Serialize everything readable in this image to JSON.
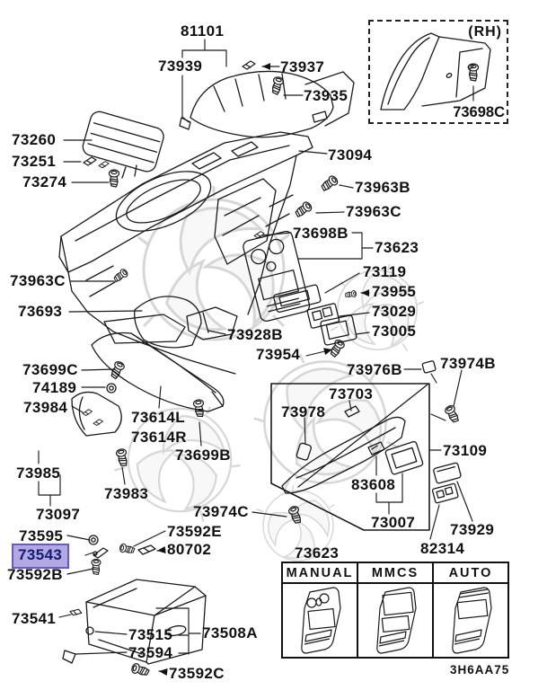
{
  "diagram": {
    "code": "3H6AA75",
    "highlighted_part": "73543",
    "line_color": "#1a1a1a",
    "highlight": {
      "fill": "#b3a9e2",
      "border": "#645ac8",
      "text_color": "#141a78"
    },
    "rh_inset": {
      "tag": "(RH)",
      "part": "73698C"
    },
    "variants_table": {
      "label": "73623",
      "headers": [
        "MANUAL",
        "MMCS",
        "AUTO"
      ]
    },
    "labels": {
      "l81101": "81101",
      "l73939": "73939",
      "l73937": "73937",
      "l73935": "73935",
      "l73260": "73260",
      "l73251": "73251",
      "l73274": "73274",
      "l73094": "73094",
      "l73963B": "73963B",
      "l73963C_right": "73963C",
      "l73698B": "73698B",
      "l73623": "73623",
      "l73119": "73119",
      "l73955": "73955",
      "l73029": "73029",
      "l73005": "73005",
      "l73963C_left": "73963C",
      "l73693": "73693",
      "l73928B": "73928B",
      "l73954": "73954",
      "l73699C": "73699C",
      "l74189": "74189",
      "l73984": "73984",
      "l73614L": "73614L",
      "l73614R": "73614R",
      "l73699B": "73699B",
      "l73985": "73985",
      "l73983": "73983",
      "l73097": "73097",
      "l73976B": "73976B",
      "l73974B": "73974B",
      "l73703": "73703",
      "l73978": "73978",
      "l83608": "83608",
      "l73007": "73007",
      "l73109": "73109",
      "l73929": "73929",
      "l82314": "82314",
      "l73974C": "73974C",
      "l73592E": "73592E",
      "l80702": "80702",
      "l73595": "73595",
      "l73543": "73543",
      "l73592B": "73592B",
      "l73541": "73541",
      "l73515": "73515",
      "l73594": "73594",
      "l73508A": "73508A",
      "l73592C": "73592C"
    }
  }
}
